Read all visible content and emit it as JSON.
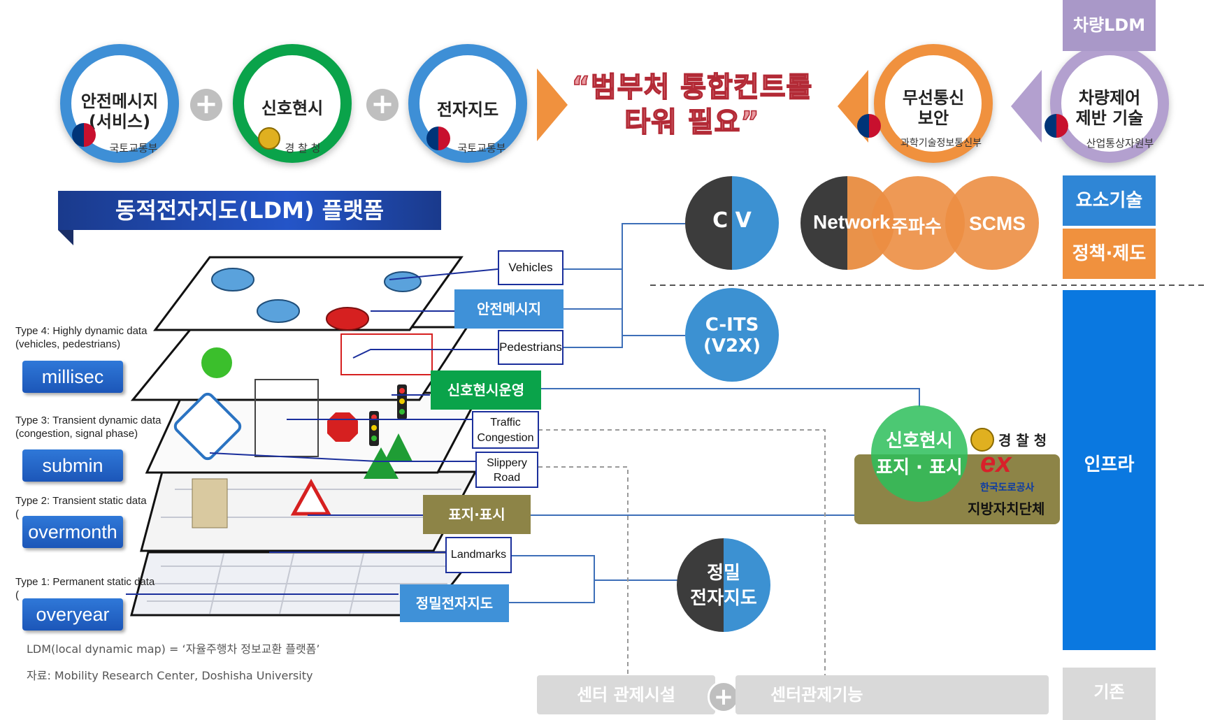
{
  "top": {
    "circles": [
      {
        "name": "안전메시지\n(서비스)",
        "ministry": "국토교통부",
        "color": "#3e8fd6"
      },
      {
        "name": "신호현시",
        "ministry": "경 찰 청",
        "color": "#0aa34a"
      },
      {
        "name": "전자지도",
        "ministry": "국토교통부",
        "color": "#3e8fd6"
      },
      {
        "name": "무선통신\n보안",
        "ministry": "과학기술정보통신부",
        "color": "#f0913e"
      },
      {
        "name": "차량제어\n제반 기술",
        "ministry": "산업통상자원부",
        "color": "#b3a0cf"
      }
    ],
    "plus1": "+",
    "plus2": "+",
    "headline": "“범부처 통합컨트롤\n타워 필요”"
  },
  "banner": "동적전자지도(LDM) 플랫폼",
  "right": {
    "car_ldm": "차량LDM",
    "element_tech": "요소기술",
    "policy": "정책·제도",
    "infra": "인프라",
    "existing": "기존"
  },
  "circles": {
    "cv": "C V",
    "network": "Network",
    "frequency": "주파수",
    "scms": "SCMS",
    "cits": "C-ITS\n(V2X)",
    "precise_map": "정밀\n전자지도",
    "signal_display": "신호현시\n표지 · 표시"
  },
  "types": [
    {
      "line1": "Type 4: Highly dynamic data",
      "line2": "(vehicles, pedestrians)",
      "speed": "millisec"
    },
    {
      "line1": "Type 3: Transient dynamic data",
      "line2": "(congestion, signal phase)",
      "speed": "submin"
    },
    {
      "line1": "Type 2: Transient static data",
      "line2": "(",
      "speed": "overmonth"
    },
    {
      "line1": "Type 1: Permanent static data",
      "line2": "(",
      "speed": "overyear"
    }
  ],
  "labels": {
    "vehicles": "Vehicles",
    "safety_msg": "안전메시지",
    "pedestrians": "Pedestrians",
    "signal_op": "신호현시운영",
    "traffic_congestion": "Traffic\nCongestion",
    "slippery_road": "Slippery\nRoad",
    "sign_display": "표지·표시",
    "landmarks": "Landmarks",
    "precise_map": "정밀전자지도"
  },
  "agencies": {
    "police": "경 찰 청",
    "ex_logo": "ex",
    "road_corp": "한국도로공사",
    "local_gov": "지방자치단체"
  },
  "footnotes": {
    "ldm_def": "LDM(local dynamic map) =  ‘자율주행차 정보교환 플랫폼’",
    "source": "자료: Mobility Research Center, Doshisha University"
  },
  "bottom": {
    "center_facility": "센터 관제시설",
    "plus": "+",
    "center_function": "센터관제기능"
  },
  "colors": {
    "blue": "#3e8fd6",
    "green": "#0aa34a",
    "orange": "#f0913e",
    "purple": "#b3a0cf",
    "dark": "#3c3c3c",
    "navy": "#1b2f9c",
    "olive": "#8d8447",
    "gray": "#d9d9d9"
  }
}
